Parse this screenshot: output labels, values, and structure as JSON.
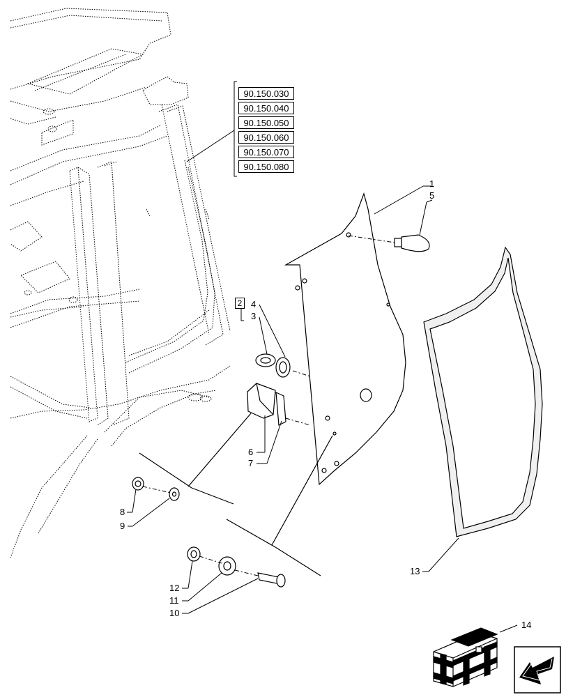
{
  "reference_codes": [
    "90.150.030",
    "90.150.040",
    "90.150.050",
    "90.150.060",
    "90.150.070",
    "90.150.080"
  ],
  "callouts": {
    "c1": "1",
    "c2": "2",
    "c3": "3",
    "c4": "4",
    "c5": "5",
    "c6": "6",
    "c7": "7",
    "c8": "8",
    "c9": "9",
    "c10": "10",
    "c11": "11",
    "c12": "12",
    "c13": "13",
    "c14": "14"
  },
  "icons": [
    "cab-frame-drawing",
    "rear-panel",
    "glass-pane",
    "kit-crate-icon",
    "navigation-arrow-icon"
  ],
  "colors": {
    "line": "#000000",
    "glass_tint": "#f0f0f0",
    "background": "#ffffff"
  }
}
